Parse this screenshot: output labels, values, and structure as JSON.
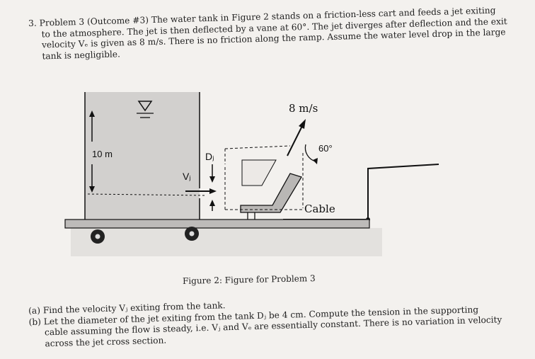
{
  "problem": {
    "lines": [
      "3. Problem 3 (Outcome #3) The water tank in Figure 2 stands on a friction-less cart and feeds a jet exiting",
      "to the atmosphere. The jet is then deflected by a vane at 60°. The jet diverges after deflection and the exit",
      "velocity Vₑ is given as 8 m/s. There is no friction along the ramp. Assume the water level drop in the large",
      "tank is negligible."
    ]
  },
  "figure": {
    "speed_label": "8 m/s",
    "angle_label": "60°",
    "height_label": "10 m",
    "dj_label": "Dⱼ",
    "vj_label": "Vⱼ",
    "cable_label": "Cable",
    "caption": "Figure 2: Figure for Problem 3"
  },
  "questions": {
    "lines": [
      "(a) Find the velocity Vⱼ exiting from the tank.",
      "(b) Let the diameter of the jet exiting from the tank Dⱼ be 4 cm. Compute the tension in the supporting",
      "cable assuming the flow is steady, i.e. Vⱼ and Vₑ are essentially constant. There is no variation in velocity",
      "across the jet cross section."
    ]
  }
}
